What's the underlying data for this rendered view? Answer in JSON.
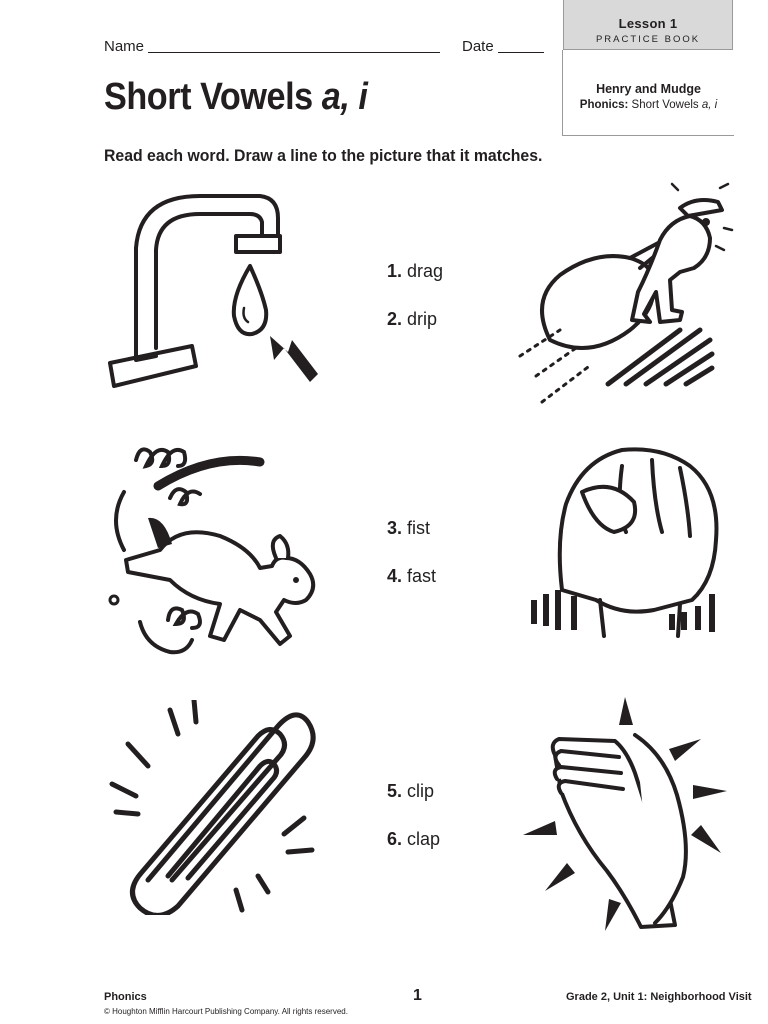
{
  "header": {
    "name_label": "Name",
    "date_label": "Date",
    "lesson": "Lesson 1",
    "practice_book": "PRACTICE BOOK",
    "story": "Henry and Mudge",
    "skill_label": "Phonics:",
    "skill_value": "Short Vowels",
    "skill_letters": "a, i"
  },
  "title": {
    "main": "Short Vowels",
    "letters": "a, i"
  },
  "instructions": "Read each word.  Draw a line to the picture that it matches.",
  "words": [
    {
      "num": "1.",
      "text": "drag"
    },
    {
      "num": "2.",
      "text": "drip"
    },
    {
      "num": "3.",
      "text": "fist"
    },
    {
      "num": "4.",
      "text": "fast"
    },
    {
      "num": "5.",
      "text": "clip"
    },
    {
      "num": "6.",
      "text": "clap"
    }
  ],
  "pictures": {
    "left": [
      "faucet-drip-icon",
      "running-dog-icon",
      "paper-clip-icon"
    ],
    "right": [
      "man-dragging-sack-icon",
      "fist-icon",
      "clapping-hands-icon"
    ]
  },
  "footer": {
    "subject": "Phonics",
    "page": "1",
    "unit": "Grade 2, Unit 1: Neighborhood Visit",
    "copyright": "© Houghton Mifflin Harcourt Publishing Company. All rights reserved."
  }
}
